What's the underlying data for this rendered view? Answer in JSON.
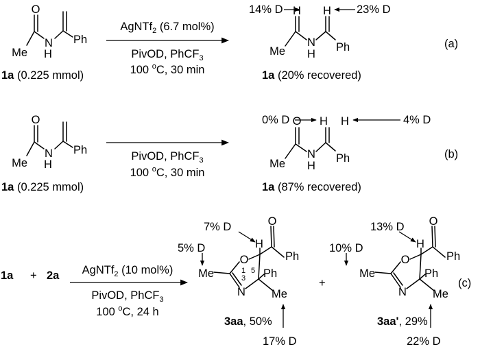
{
  "atoms": {
    "O": "O",
    "N": "N",
    "H": "H",
    "Me": "Me",
    "Ph": "Ph"
  },
  "reaction_a": {
    "reagent_prefix": "AgNTf",
    "reagent_sub": "2",
    "reagent_suffix": " (6.7 mol%)",
    "cond_prefix": "PivOD, PhCF",
    "cond_sub": "3",
    "temp_prefix": "100 ",
    "temp_sup": "o",
    "temp_suffix": "C, 30 min",
    "sm_label": "1a",
    "sm_amount": " (0.225 mmol)",
    "prod_label": "1a",
    "prod_note": " (20% recovered)",
    "d_left": "14% D",
    "d_right": "23% D",
    "tag": "(a)"
  },
  "reaction_b": {
    "cond_prefix": "PivOD, PhCF",
    "cond_sub": "3",
    "temp_prefix": "100 ",
    "temp_sup": "o",
    "temp_suffix": "C, 30 min",
    "sm_label": "1a",
    "sm_amount": " (0.225 mmol)",
    "prod_label": "1a",
    "prod_note": " (87% recovered)",
    "d_left": "0% D",
    "d_right": "4% D",
    "tag": "(b)"
  },
  "reaction_c": {
    "reactant1": "1a",
    "plus": "+",
    "reactant2": "2a",
    "reagent_prefix": "AgNTf",
    "reagent_sub": "2",
    "reagent_suffix": " (10 mol%)",
    "cond_prefix": "PivOD, PhCF",
    "cond_sub": "3",
    "temp_prefix": "100 ",
    "temp_sup": "o",
    "temp_suffix": "C, 24 h",
    "ring_num_1": "1",
    "ring_num_3": "3",
    "ring_num_5": "5",
    "p1_label": "3aa",
    "p1_yield": ", 50%",
    "p1_d_me": "5% D",
    "p1_d_h": "7% D",
    "p1_d_ch": "17% D",
    "p2_label": "3aa",
    "p2_prime": "'",
    "p2_yield": ", 29%",
    "p2_d_me": "10% D",
    "p2_d_h": "13% D",
    "p2_d_ch": "22% D",
    "tag": "(c)"
  }
}
